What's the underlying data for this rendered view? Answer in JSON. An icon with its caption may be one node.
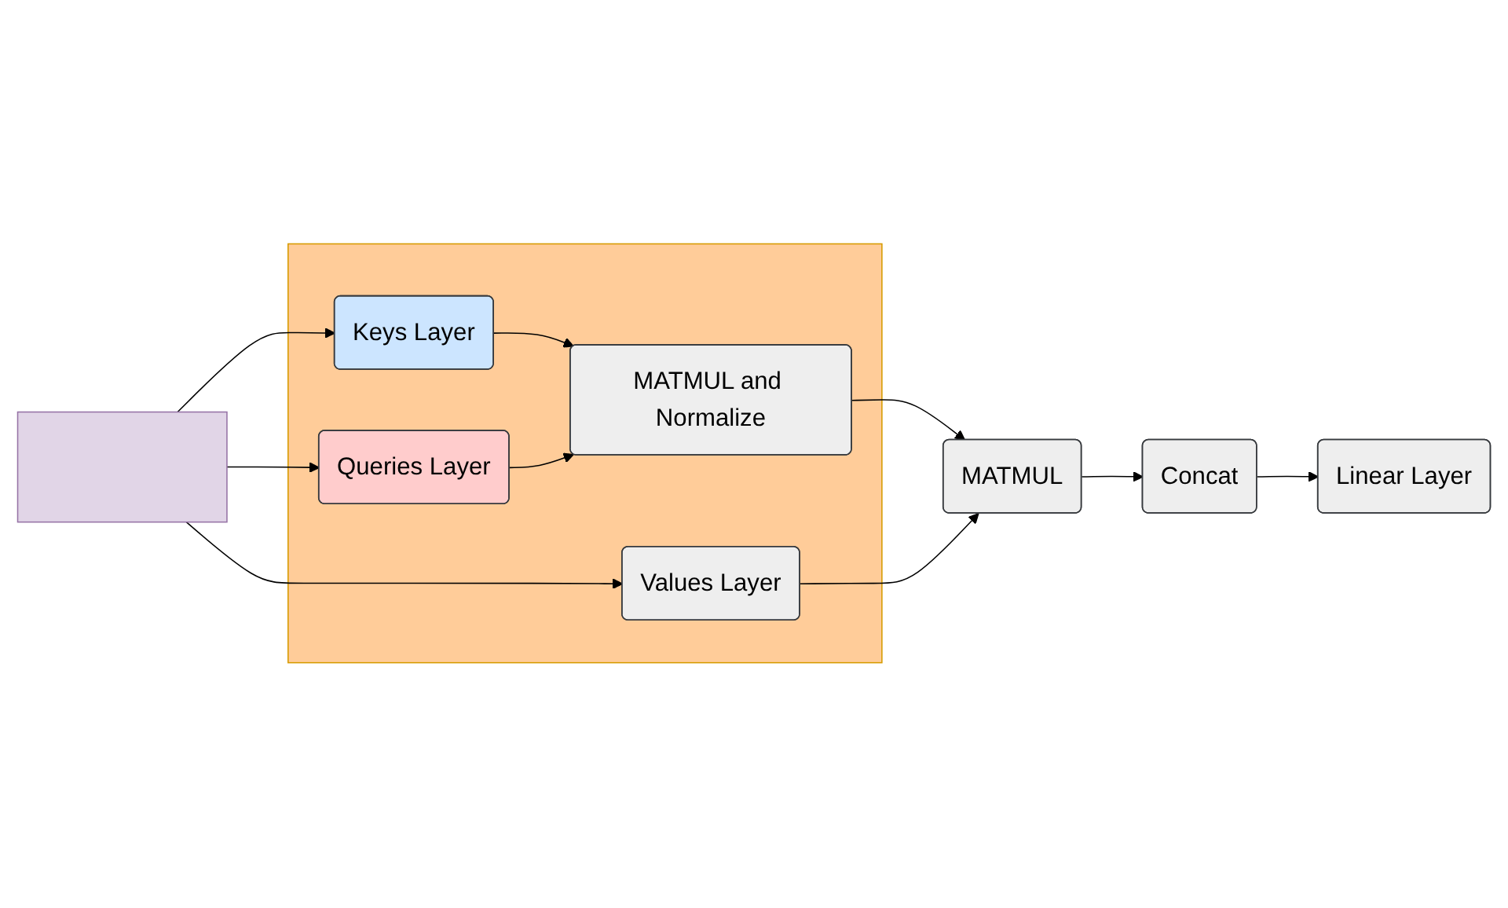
{
  "diagram": {
    "nodes": [
      {
        "text": [],
        "shape": "grid"
      },
      {
        "text": [],
        "shape": "box"
      },
      {
        "text": [
          "Keys Layer"
        ],
        "in": 1
      },
      {
        "text": [
          "Queries Layer"
        ],
        "in": 1
      },
      {
        "text": [
          "Values Layer"
        ],
        "in": 1
      },
      {
        "text": [
          "MATMUL and Normalize"
        ],
        "in": 1
      },
      {
        "text": [
          "MATMUL"
        ]
      },
      {
        "text": [
          "Concat"
        ]
      },
      {
        "text": [
          "Linear Layer"
        ]
      }
    ],
    "edges": [
      {
        "from": 0,
        "to": 2,
        "arrow": "to"
      },
      {
        "from": 0,
        "to": 3,
        "arrow": "to"
      },
      {
        "from": 0,
        "to": 4,
        "arrow": "to"
      },
      {
        "from": 2,
        "to": 5,
        "arrow": "to"
      },
      {
        "from": 3,
        "to": 5,
        "arrow": "to"
      },
      {
        "from": 5,
        "to": 6,
        "arrow": "to"
      },
      {
        "from": 4,
        "to": 6,
        "arrow": "to"
      },
      {
        "from": 6,
        "to": 7,
        "arrow": "to"
      },
      {
        "from": 7,
        "to": 8,
        "arrow": "to"
      }
    ]
  }
}
